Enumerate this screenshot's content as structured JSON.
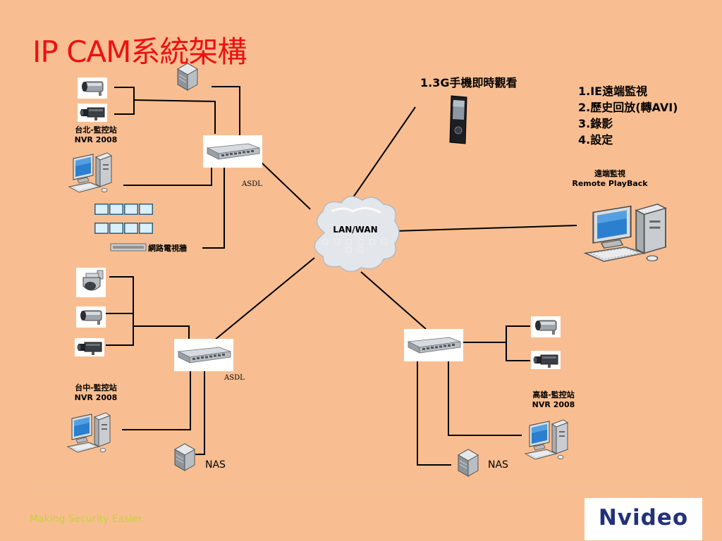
{
  "title": "IP CAM系統架構",
  "sites": {
    "taipei": {
      "name": "台北-監控站",
      "nvr": "NVR 2008",
      "videowall": "網路電視牆",
      "asdl": "ASDL"
    },
    "taichung": {
      "name": "台中-監控站",
      "nvr": "NVR 2008",
      "asdl": "ASDL",
      "nas": "NAS"
    },
    "kaohsiung": {
      "name": "高雄-監控站",
      "nvr": "NVR 2008",
      "nas": "NAS"
    }
  },
  "cloud": {
    "label": "LAN/WAN",
    "sub": "□ □ □ □ □ □ □ □"
  },
  "phone": {
    "title": "1.3G手機即時觀看"
  },
  "remote": {
    "title": "遠端監視",
    "subtitle": "Remote PlayBack",
    "features": [
      "1.IE遠端監視",
      "2.歷史回放(轉AVI)",
      "3.錄影",
      "4.設定"
    ]
  },
  "footer": {
    "slogan": "Making Security Easier.",
    "logo": "Nvideo"
  },
  "colors": {
    "background": "#f8be91",
    "title": "#ee1111",
    "slogan": "#c8d23a",
    "logo": "#22317a"
  },
  "icons": [
    "bullet-camera-icon",
    "box-camera-icon",
    "ptz-dome-camera-icon",
    "server-icon",
    "network-switch-icon",
    "desktop-computer-icon",
    "mobile-phone-icon",
    "cloud-icon",
    "monitor-wall-icon"
  ]
}
